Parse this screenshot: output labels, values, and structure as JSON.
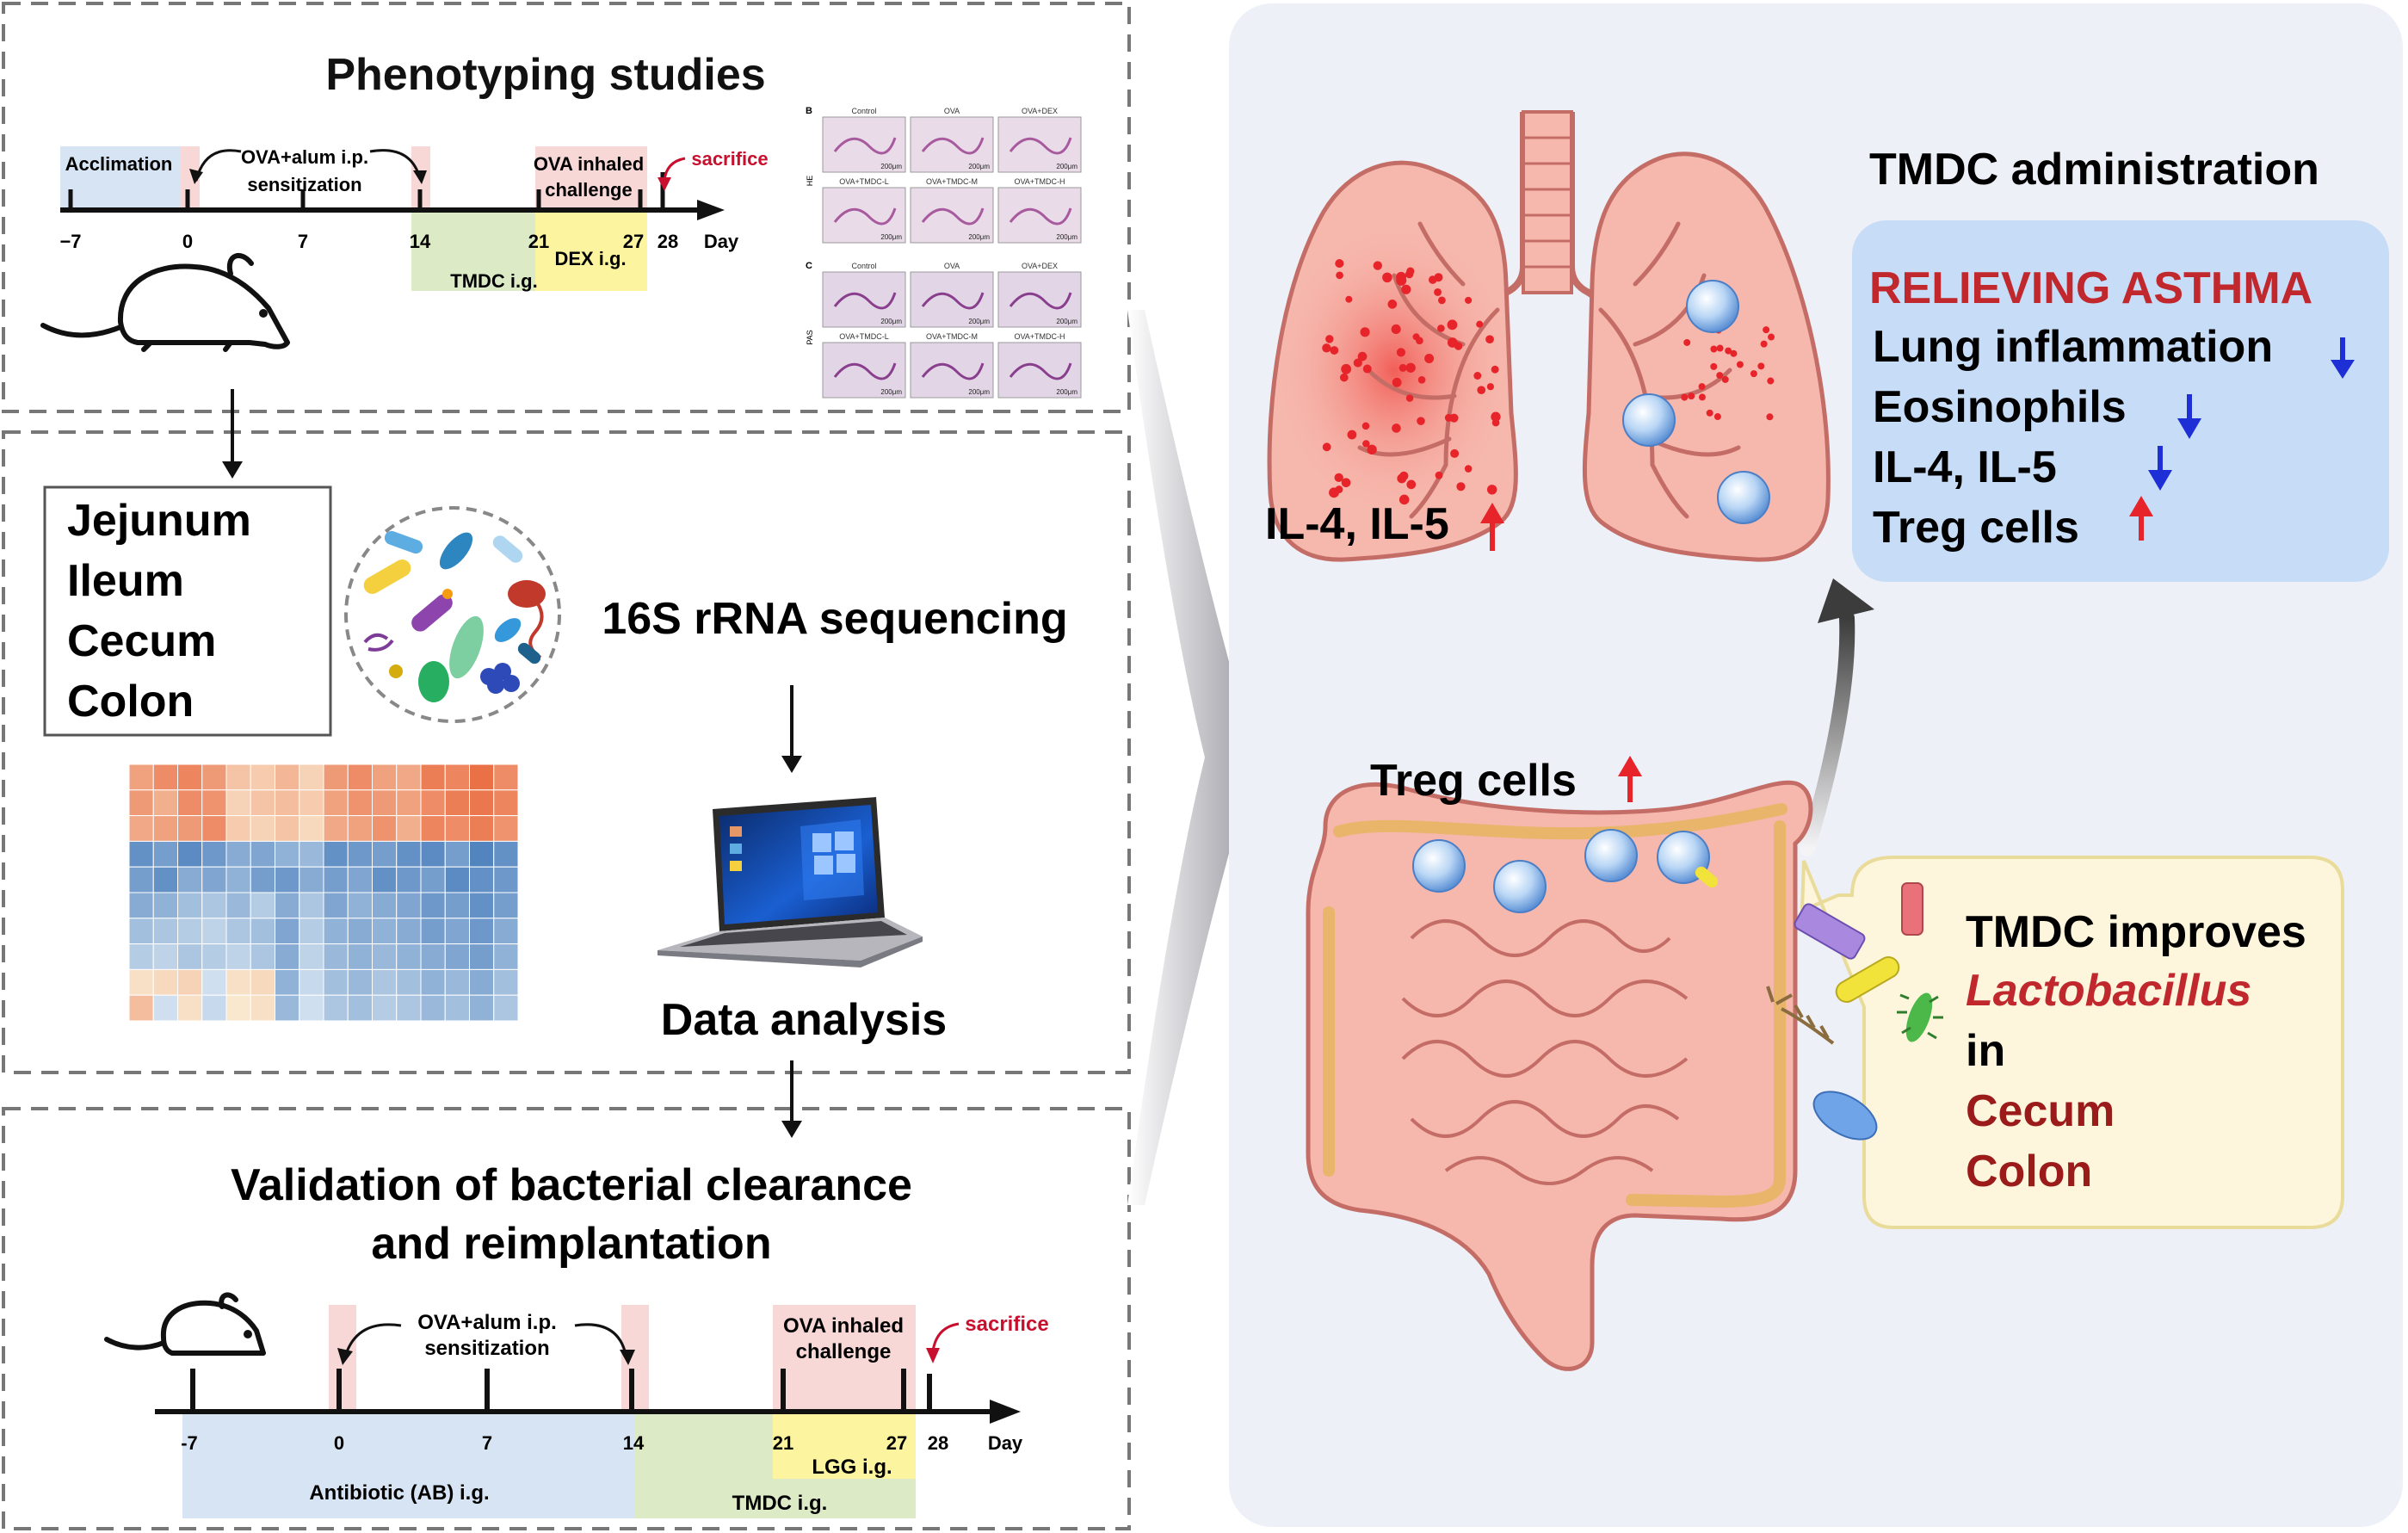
{
  "colors": {
    "acclimation": "#d6e4f4",
    "sensitization": "#f8d7d7",
    "tmdc": "#dcebc5",
    "dex": "#fdf4a0",
    "red_text": "#c8102e",
    "dark_red": "#9b1b1b",
    "blue_arrow": "#1f2fd6",
    "panel_bg": "#eef0f7",
    "info_box": "#c7dcf6",
    "lacto_box": "#fdf6dc",
    "tissue": "#f6b7ac",
    "tissue_stroke": "#c46d66",
    "colon_band": "#e8b56a"
  },
  "phenotyping": {
    "title": "Phenotyping studies",
    "timeline": {
      "acclimation": "Acclimation",
      "sensitization_line1": "OVA+alum i.p.",
      "sensitization_line2": "sensitization",
      "challenge_line1": "OVA inhaled",
      "challenge_line2": "challenge",
      "sacrifice": "sacrifice",
      "dex": "DEX i.g.",
      "tmdc": "TMDC i.g.",
      "day_label": "Day",
      "ticks": [
        "−7",
        "0",
        "7",
        "14",
        "21",
        "27",
        "28"
      ]
    },
    "histology": {
      "panel_b": "B",
      "panel_c": "C",
      "row_he": "HE",
      "row_pas": "PAS",
      "labels_top": [
        "Control",
        "OVA",
        "OVA+DEX"
      ],
      "labels_bottom": [
        "OVA+TMDC-L",
        "OVA+TMDC-M",
        "OVA+TMDC-H"
      ],
      "scale": "200μm"
    }
  },
  "gut_sites": [
    "Jejunum",
    "Ileum",
    "Cecum",
    "Colon"
  ],
  "sequencing": "16S rRNA sequencing",
  "data_analysis": "Data analysis",
  "validation": {
    "title_line1": "Validation of bacterial clearance",
    "title_line2": "and reimplantation",
    "timeline": {
      "sensitization_line1": "OVA+alum i.p.",
      "sensitization_line2": "sensitization",
      "challenge_line1": "OVA inhaled",
      "challenge_line2": "challenge",
      "sacrifice": "sacrifice",
      "antibiotic": "Antibiotic (AB) i.g.",
      "tmdc": "TMDC i.g.",
      "lgg": "LGG i.g.",
      "day_label": "Day",
      "ticks": [
        "-7",
        "0",
        "7",
        "14",
        "21",
        "27",
        "28"
      ]
    }
  },
  "right_panel": {
    "lung_label": "IL-4, IL-5",
    "gut_label": "Treg cells",
    "tmdc_admin": "TMDC administration",
    "relieving": "RELIEVING ASTHMA",
    "effects": [
      {
        "label": "Lung inflammation",
        "dir": "down"
      },
      {
        "label": "Eosinophils",
        "dir": "down"
      },
      {
        "label": "IL-4, IL-5",
        "dir": "down"
      },
      {
        "label": "Treg cells",
        "dir": "up"
      }
    ],
    "lacto": {
      "line1": "TMDC improves",
      "genus": "Lactobacillus",
      "line3": "in",
      "site1": "Cecum",
      "site2": "Colon"
    }
  },
  "heatmap": {
    "rows": 10,
    "cols": 16,
    "values": [
      [
        0.55,
        0.7,
        0.75,
        0.6,
        0.3,
        0.25,
        0.4,
        0.2,
        0.6,
        0.7,
        0.55,
        0.5,
        0.8,
        0.75,
        0.9,
        0.7
      ],
      [
        0.6,
        0.45,
        0.7,
        0.65,
        0.2,
        0.3,
        0.35,
        0.25,
        0.55,
        0.65,
        0.6,
        0.55,
        0.7,
        0.8,
        0.85,
        0.75
      ],
      [
        0.5,
        0.55,
        0.6,
        0.7,
        0.25,
        0.2,
        0.3,
        0.15,
        0.5,
        0.55,
        0.65,
        0.45,
        0.75,
        0.7,
        0.8,
        0.65
      ],
      [
        -0.7,
        -0.6,
        -0.75,
        -0.65,
        -0.5,
        -0.55,
        -0.45,
        -0.4,
        -0.7,
        -0.65,
        -0.6,
        -0.7,
        -0.75,
        -0.6,
        -0.8,
        -0.7
      ],
      [
        -0.6,
        -0.7,
        -0.5,
        -0.55,
        -0.45,
        -0.6,
        -0.65,
        -0.5,
        -0.6,
        -0.55,
        -0.7,
        -0.65,
        -0.6,
        -0.75,
        -0.7,
        -0.65
      ],
      [
        -0.5,
        -0.45,
        -0.35,
        -0.3,
        -0.4,
        -0.25,
        -0.5,
        -0.3,
        -0.55,
        -0.45,
        -0.5,
        -0.55,
        -0.65,
        -0.6,
        -0.7,
        -0.6
      ],
      [
        -0.35,
        -0.3,
        -0.25,
        -0.2,
        -0.3,
        -0.35,
        -0.55,
        -0.25,
        -0.45,
        -0.5,
        -0.45,
        -0.5,
        -0.6,
        -0.55,
        -0.65,
        -0.5
      ],
      [
        -0.25,
        -0.2,
        -0.3,
        -0.25,
        -0.2,
        -0.3,
        -0.5,
        -0.2,
        -0.4,
        -0.45,
        -0.4,
        -0.45,
        -0.5,
        -0.55,
        -0.6,
        -0.45
      ],
      [
        0.1,
        0.15,
        0.2,
        -0.1,
        0.1,
        0.15,
        -0.45,
        -0.15,
        -0.35,
        -0.4,
        -0.3,
        -0.35,
        -0.45,
        -0.4,
        -0.5,
        -0.35
      ],
      [
        0.35,
        -0.1,
        0.1,
        -0.15,
        0.05,
        0.1,
        -0.4,
        -0.1,
        -0.3,
        -0.35,
        -0.25,
        -0.3,
        -0.4,
        -0.35,
        -0.45,
        -0.3
      ]
    ]
  }
}
